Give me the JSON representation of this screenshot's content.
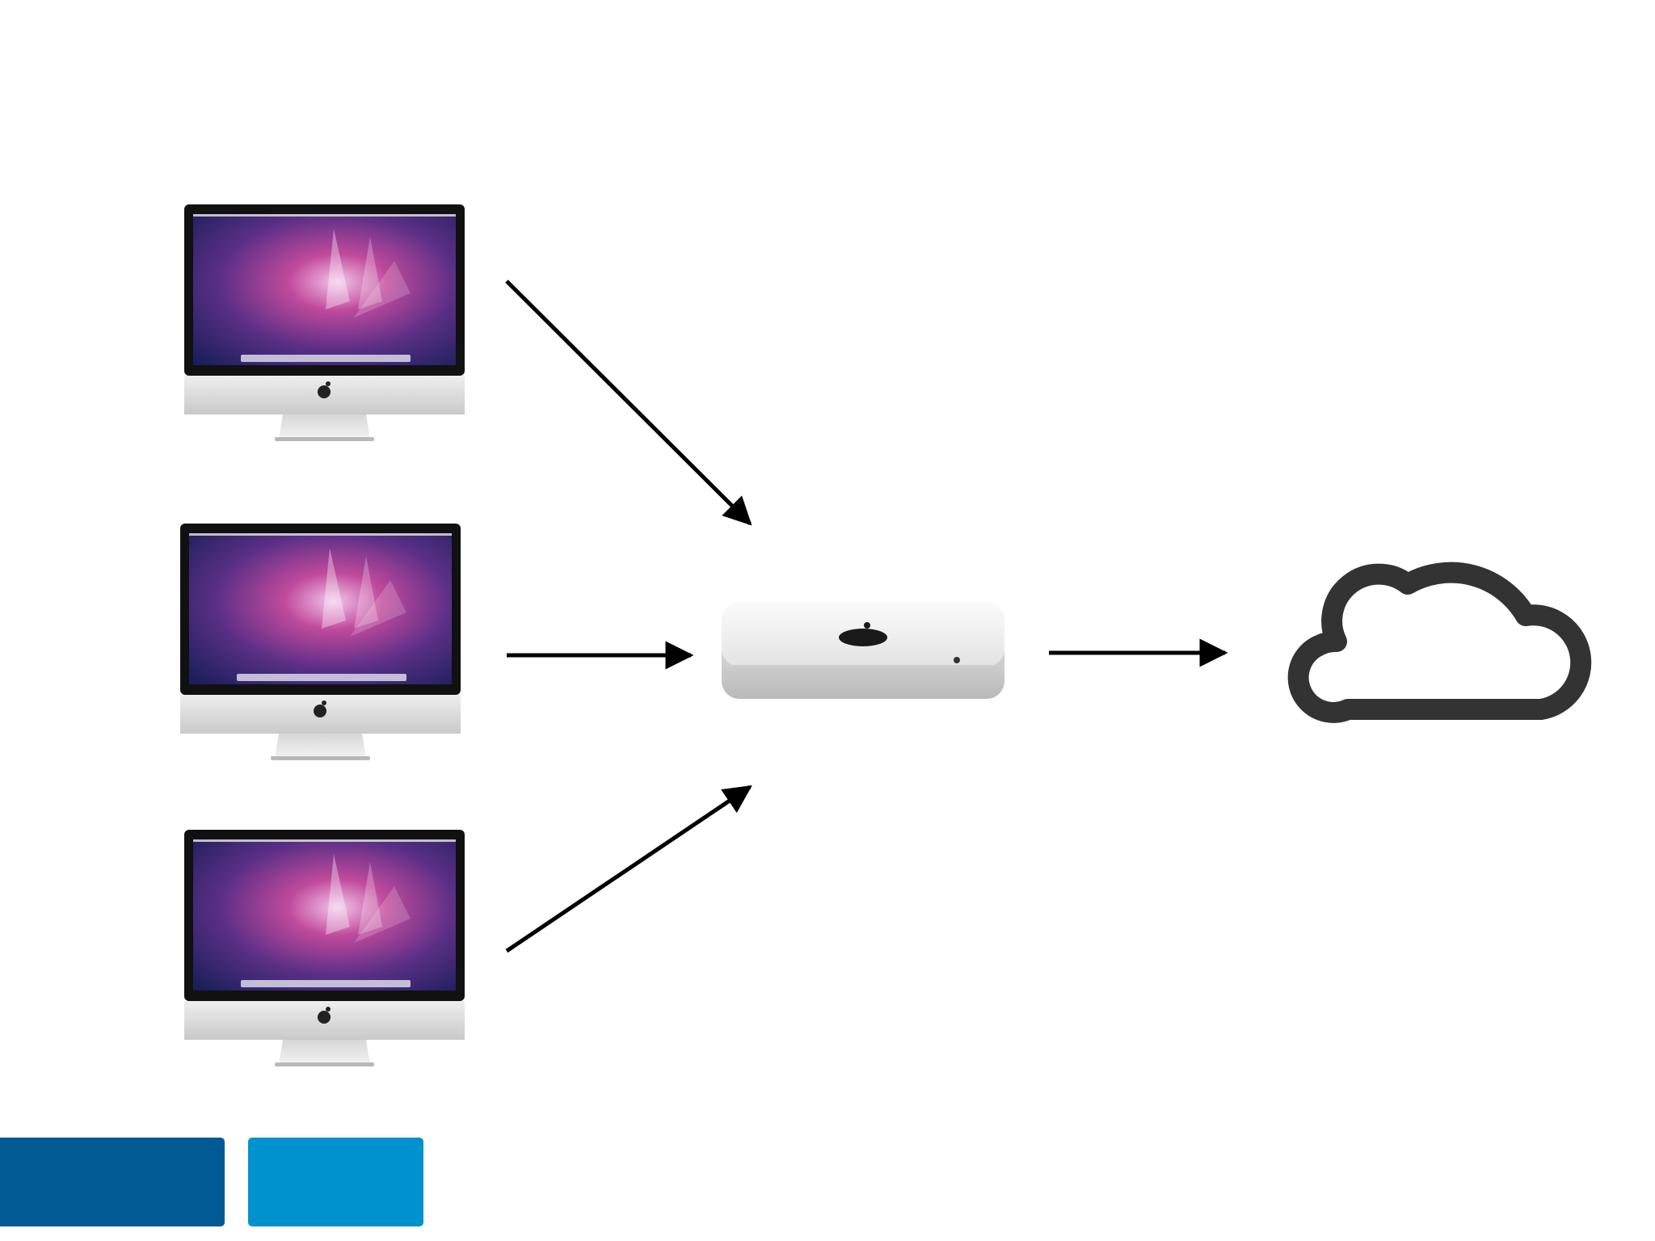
{
  "diagram": {
    "type": "network-diagram",
    "nodes": [
      {
        "id": "client-1",
        "kind": "desktop-computer",
        "icon": "imac-icon"
      },
      {
        "id": "client-2",
        "kind": "desktop-computer",
        "icon": "imac-icon"
      },
      {
        "id": "client-3",
        "kind": "desktop-computer",
        "icon": "imac-icon"
      },
      {
        "id": "server",
        "kind": "mini-computer",
        "icon": "mac-mini-icon"
      },
      {
        "id": "cloud",
        "kind": "cloud-service",
        "icon": "cloud-icon"
      }
    ],
    "edges": [
      {
        "from": "client-1",
        "to": "server"
      },
      {
        "from": "client-2",
        "to": "server"
      },
      {
        "from": "client-3",
        "to": "server"
      },
      {
        "from": "server",
        "to": "cloud"
      }
    ]
  },
  "colors": {
    "background": "#ffffff",
    "arrow": "#000000",
    "cloud_outline": "#333333",
    "footer_bar_dark": "#005a93",
    "footer_bar_light": "#0092cf",
    "screen_magenta": "#c04a9c",
    "screen_navy": "#1a1f5a",
    "aluminum": "#d8d8d8"
  }
}
